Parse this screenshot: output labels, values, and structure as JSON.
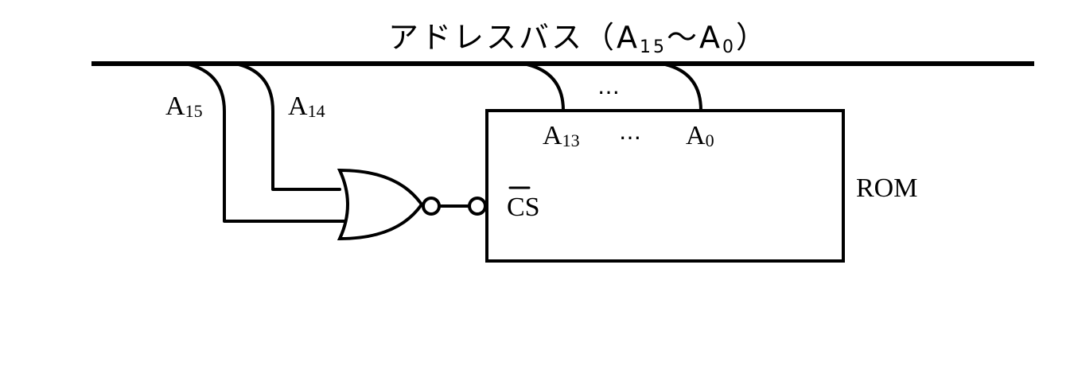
{
  "bus_title": {
    "main": "アドレスバス（A",
    "from_sub": "15",
    "mid": "〜A",
    "to_sub": "0",
    "end": "）"
  },
  "lines": {
    "a15": {
      "letter": "A",
      "sub": "15"
    },
    "a14": {
      "letter": "A",
      "sub": "14"
    },
    "a13": {
      "letter": "A",
      "sub": "13"
    },
    "a0": {
      "letter": "A",
      "sub": "0"
    }
  },
  "ellipsis": "…",
  "chip_select": "CS",
  "rom_label": "ROM"
}
